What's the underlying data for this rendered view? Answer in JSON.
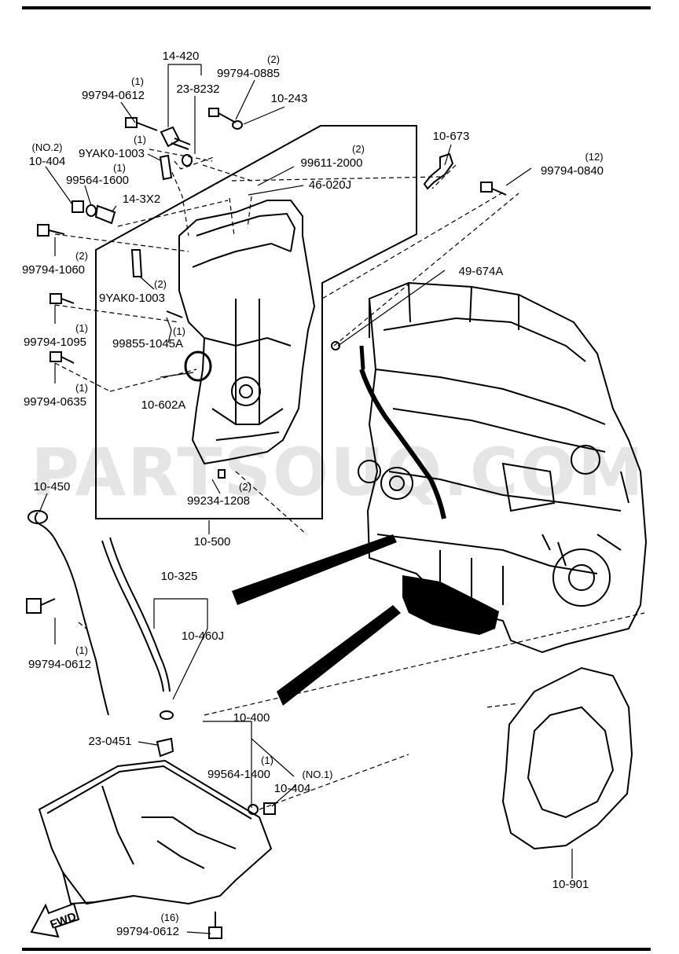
{
  "watermark": "PARTSOUQ.COM",
  "fwd": "FWD",
  "labels": {
    "l_14_420": "14-420",
    "l_23_8232": "23-8232",
    "q_0885": "(2)",
    "l_99794_0885": "99794-0885",
    "q_0612_top": "(1)",
    "l_99794_0612_top": "99794-0612",
    "l_10_243": "10-243",
    "q_9yak_top": "(1)",
    "l_9yak0_1003_top": "9YAK0-1003",
    "q_no2": "(NO.2)",
    "l_10_404_top": "10-404",
    "q_1600": "(1)",
    "l_99564_1600": "99564-1600",
    "l_14_3x2": "14-3X2",
    "q_2000": "(2)",
    "l_99611_2000": "99611-2000",
    "l_46_020j": "46-020J",
    "l_10_673": "10-673",
    "q_0840": "(12)",
    "l_99794_0840": "99794-0840",
    "q_1060": "(2)",
    "l_99794_1060": "99794-1060",
    "q_9yak_mid": "(2)",
    "l_9yak0_1003_mid": "9YAK0-1003",
    "l_49_674a": "49-674A",
    "q_1095": "(1)",
    "l_99794_1095": "99794-1095",
    "q_1045": "(1)",
    "l_99855_1045a": "99855-1045A",
    "q_0635": "(1)",
    "l_99794_0635": "99794-0635",
    "l_10_602a": "10-602A",
    "l_10_450": "10-450",
    "q_1208": "(2)",
    "l_99234_1208": "99234-1208",
    "l_10_500": "10-500",
    "l_10_325": "10-325",
    "l_10_460j": "10-460J",
    "q_0612_mid": "(1)",
    "l_99794_0612_mid": "99794-0612",
    "l_10_400": "10-400",
    "l_23_0451": "23-0451",
    "q_1400": "(1)",
    "l_99564_1400": "99564-1400",
    "q_no1": "(NO.1)",
    "l_10_404_bot": "10-404",
    "l_10_901": "10-901",
    "q_0612_bot": "(16)",
    "l_99794_0612_bot": "99794-0612"
  }
}
